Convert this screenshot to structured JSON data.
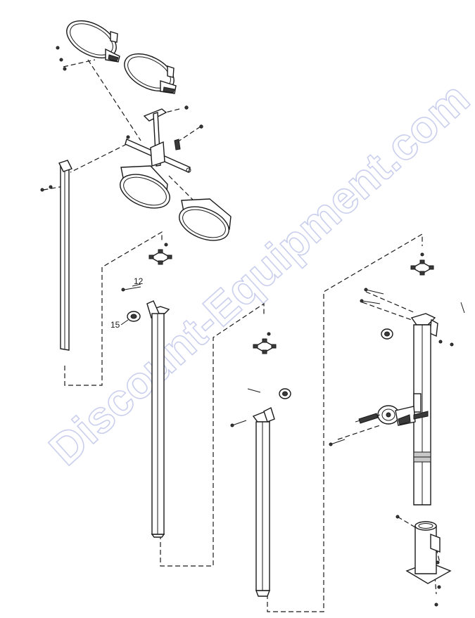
{
  "diagram": {
    "callouts": [
      {
        "id": "12",
        "label": "12"
      },
      {
        "id": "15",
        "label": "15"
      }
    ],
    "watermark": "Discount-Equipment.com"
  },
  "colors": {
    "line": "#1a1a1a",
    "watermark": "#b9bfe8",
    "background": "#ffffff"
  }
}
